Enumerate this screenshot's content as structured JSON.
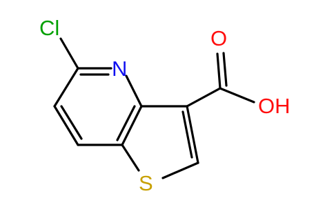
{
  "atoms": {
    "cl": {
      "label": "Cl",
      "color": "#00a000"
    },
    "n": {
      "label": "N",
      "color": "#1010f0"
    },
    "s": {
      "label": "S",
      "color": "#c8a000"
    },
    "o_carbonyl": {
      "label": "O",
      "color": "#ff0d0d"
    },
    "oh": {
      "label": "OH",
      "color": "#ff0d0d"
    }
  },
  "colors": {
    "bond": "#000000",
    "background": "#ffffff"
  }
}
